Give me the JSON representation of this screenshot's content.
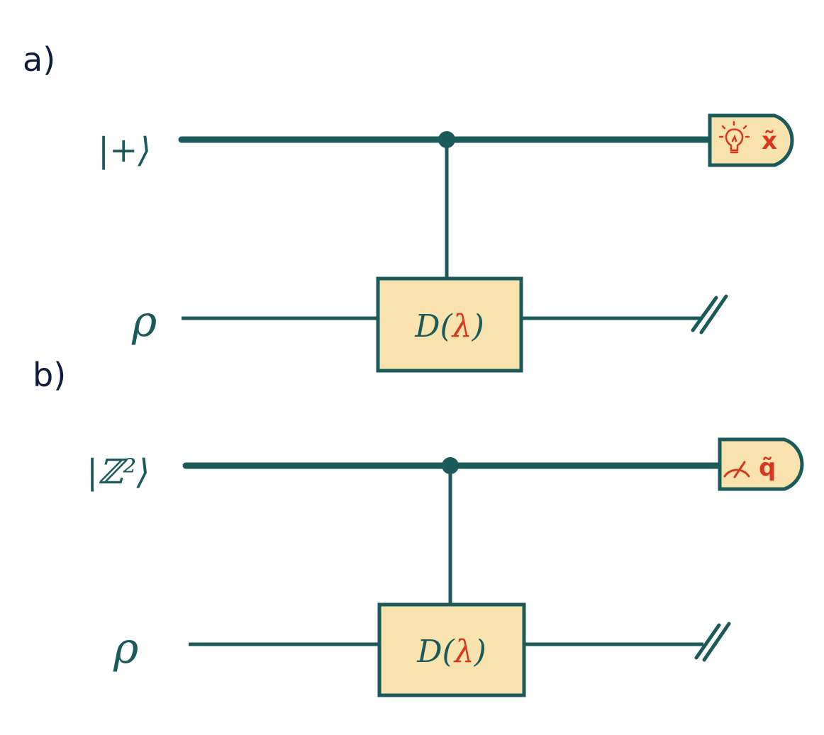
{
  "colors": {
    "wire": "#1b5a5a",
    "box_fill": "#f8e2ad",
    "accent": "#d8361f",
    "label": "#0f1d3a"
  },
  "panel_a": {
    "label": "a)",
    "top_state": "|+⟩",
    "bottom_state": "ρ",
    "gate_name": "D(",
    "gate_param": "λ",
    "gate_close": ")",
    "measurement_icon": "lightbulb-icon",
    "measurement_symbol": "x̃"
  },
  "panel_b": {
    "label": "b)",
    "top_state": "|ℤ²⟩",
    "bottom_state": "ρ",
    "gate_name": "D(",
    "gate_param": "λ",
    "gate_close": ")",
    "measurement_icon": "meter-icon",
    "measurement_symbol": "q̃"
  }
}
